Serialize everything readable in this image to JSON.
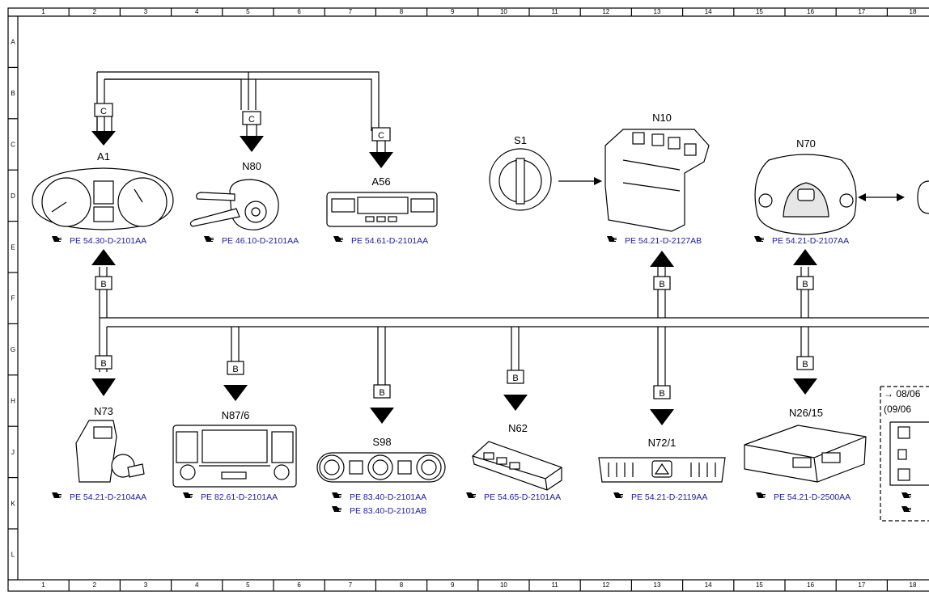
{
  "grid": {
    "columns": [
      "1",
      "2",
      "3",
      "4",
      "5",
      "6",
      "7",
      "8",
      "9",
      "10",
      "11",
      "12",
      "13",
      "14",
      "15",
      "16",
      "17",
      "18"
    ],
    "rows": [
      "A",
      "B",
      "C",
      "D",
      "E",
      "F",
      "G",
      "H",
      "J",
      "K",
      "L"
    ]
  },
  "bus_labels": {
    "c": "C",
    "b": "B"
  },
  "components": {
    "a1": {
      "label": "A1",
      "ref": "PE 54.30-D-2101AA"
    },
    "n80": {
      "label": "N80",
      "ref": "PE 46.10-D-2101AA"
    },
    "a56": {
      "label": "A56",
      "ref": "PE 54.61-D-2101AA"
    },
    "s1": {
      "label": "S1"
    },
    "n10": {
      "label": "N10",
      "ref": "PE 54.21-D-2127AB"
    },
    "n70": {
      "label": "N70",
      "ref": "PE 54.21-D-2107AA"
    },
    "n73": {
      "label": "N73",
      "ref": "PE 54.21-D-2104AA"
    },
    "n87": {
      "label": "N87/6",
      "ref": "PE 82.61-D-2101AA"
    },
    "s98": {
      "label": "S98",
      "ref": "PE 83.40-D-2101AA",
      "ref2": "PE 83.40-D-2101AB"
    },
    "n62": {
      "label": "N62",
      "ref": "PE 54.65-D-2101AA"
    },
    "n72": {
      "label": "N72/1",
      "ref": "PE 54.21-D-2119AA"
    },
    "n26": {
      "label": "N26/15",
      "ref": "PE 54.21-D-2500AA"
    }
  },
  "side_box": {
    "line1": "→ 08/06",
    "line2": "(09/06"
  }
}
